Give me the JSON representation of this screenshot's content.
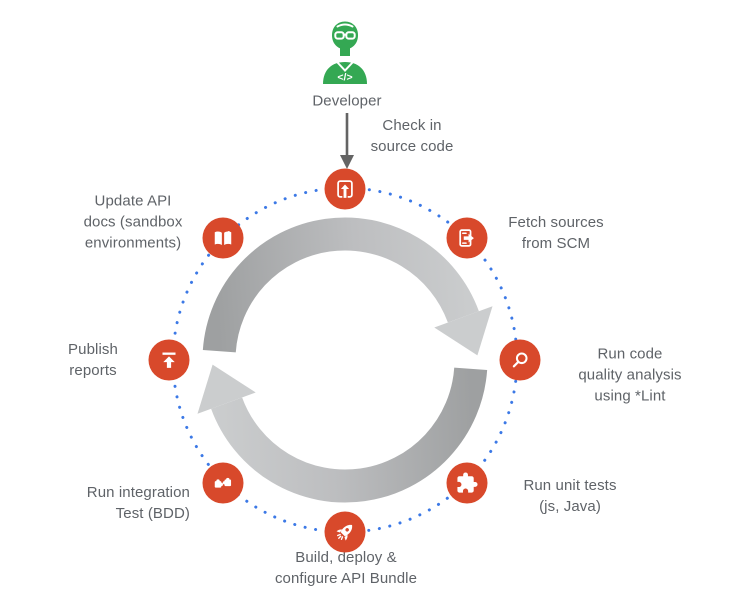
{
  "developer": {
    "label": "Developer",
    "chest_text": "</>"
  },
  "checkin_note": {
    "lines": [
      "Check in",
      "source code"
    ]
  },
  "cycle_steps": [
    {
      "id": "check-in-source",
      "icon": "code-checkin-icon",
      "label_lines": []
    },
    {
      "id": "fetch-scm",
      "icon": "fetch-sources-icon",
      "label_lines": [
        "Fetch sources",
        "from SCM"
      ]
    },
    {
      "id": "code-quality",
      "icon": "search-icon",
      "label_lines": [
        "Run code",
        "quality analysis",
        "using *Lint"
      ]
    },
    {
      "id": "unit-tests",
      "icon": "unit-test-puzzle-icon",
      "label_lines": [
        "Run unit tests",
        "(js, Java)"
      ]
    },
    {
      "id": "build-deploy",
      "icon": "rocket-icon",
      "label_lines": [
        "Build, deploy &",
        "configure API Bundle"
      ]
    },
    {
      "id": "integration-tests",
      "icon": "integration-puzzle-icon",
      "label_lines": [
        "Run integration",
        "Test (BDD)"
      ]
    },
    {
      "id": "publish-reports",
      "icon": "publish-icon",
      "label_lines": [
        "Publish",
        "reports"
      ]
    },
    {
      "id": "update-api-docs",
      "icon": "api-docs-book-icon",
      "label_lines": [
        "Update API",
        "docs (sandbox",
        "environments)"
      ]
    }
  ],
  "colors": {
    "step_red": "#D8492B",
    "developer_green": "#34A853",
    "text_gray": "#5F6368",
    "dot_blue": "#3C79E6",
    "arrow_dark_gray": "#9EA0A1",
    "arrow_light_gray": "#CBCDCE",
    "flow_arrow_gray": "#646464"
  }
}
